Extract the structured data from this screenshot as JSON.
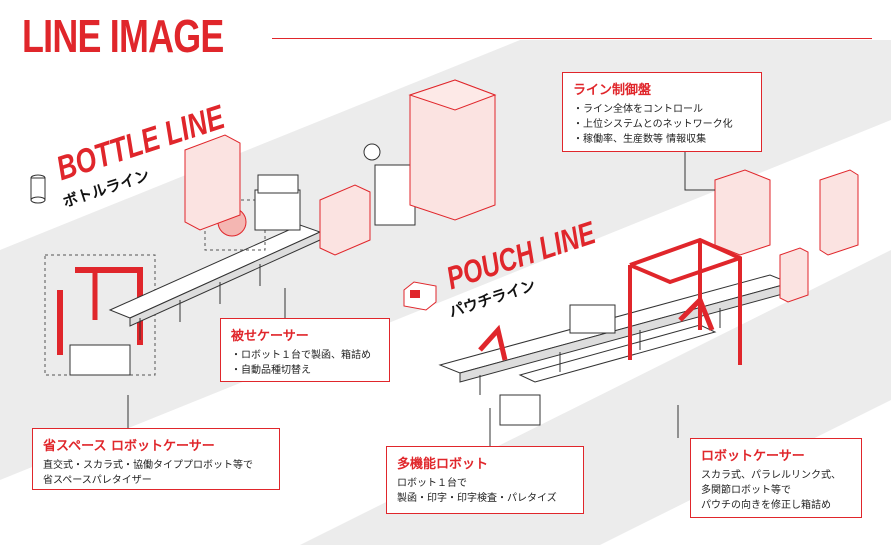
{
  "page_title": "LINE IMAGE",
  "bottle": {
    "title": "BOTTLE LINE",
    "jp": "ボトルライン"
  },
  "pouch": {
    "title": "POUCH LINE",
    "jp": "パウチライン"
  },
  "callouts": {
    "control": {
      "title": "ライン制御盤",
      "lines": [
        "・ライン全体をコントロール",
        "・上位システムとのネットワーク化",
        "・稼働率、生産数等 情報収集"
      ]
    },
    "cover": {
      "title": "被せケーサー",
      "lines": [
        "・ロボット１台で製函、箱詰め",
        "・自動品種切替え"
      ]
    },
    "space": {
      "title": "省スペース ロボットケーサー",
      "lines": [
        "直交式・スカラ式・協働タイププロボット等で",
        "省スペースパレタイザー"
      ]
    },
    "multi": {
      "title": "多機能ロボット",
      "lines": [
        "ロボット１台で",
        "製函・印字・印字検査・パレタイズ"
      ]
    },
    "robot": {
      "title": "ロボットケーサー",
      "lines": [
        "スカラ式、パラレルリンク式、",
        "多関節ロボット等で",
        "パウチの向きを修正し箱詰め"
      ]
    }
  },
  "colors": {
    "accent": "#e0262b",
    "band": "#ececec",
    "fill": "#fbe3e1",
    "line": "#333333"
  }
}
